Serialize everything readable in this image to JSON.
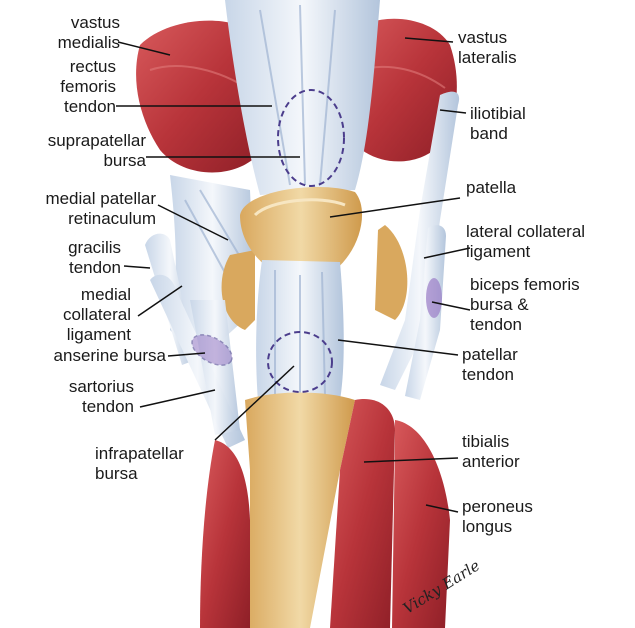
{
  "diagram": {
    "labels": {
      "vastus_medialis": [
        "vastus",
        "medialis"
      ],
      "rectus_femoris_tendon": [
        "rectus",
        "femoris",
        "tendon"
      ],
      "suprapatellar_bursa": [
        "suprapatellar",
        "bursa"
      ],
      "medial_patellar_retinaculum": [
        "medial patellar",
        "retinaculum"
      ],
      "gracilis_tendon": [
        "gracilis",
        "tendon"
      ],
      "medial_collateral_ligament": [
        "medial",
        "collateral",
        "ligament"
      ],
      "anserine_bursa": [
        "anserine bursa"
      ],
      "sartorius_tendon": [
        "sartorius",
        "tendon"
      ],
      "infrapatellar_bursa": [
        "infrapatellar",
        "bursa"
      ],
      "vastus_lateralis": [
        "vastus",
        "lateralis"
      ],
      "iliotibial_band": [
        "iliotibial",
        "band"
      ],
      "patella": [
        "patella"
      ],
      "lateral_collateral_ligament": [
        "lateral collateral",
        "ligament"
      ],
      "biceps_femoris_bursa_tendon": [
        "biceps femoris",
        "bursa &",
        "tendon"
      ],
      "patellar_tendon": [
        "patellar",
        "tendon"
      ],
      "tibialis_anterior": [
        "tibialis",
        "anterior"
      ],
      "peroneus_longus": [
        "peroneus",
        "longus"
      ]
    },
    "signature": "Vicky Earle",
    "colors": {
      "muscle": "#b8343a",
      "muscle_dark": "#8e1f27",
      "tendon": "#e6edf5",
      "tendon_shade": "#a9bdd6",
      "bone": "#e9c98a",
      "bone_dark": "#c98a3a",
      "bursa_outline": "#4b3d8c",
      "bursa_fill": "#9a7cc6"
    }
  }
}
